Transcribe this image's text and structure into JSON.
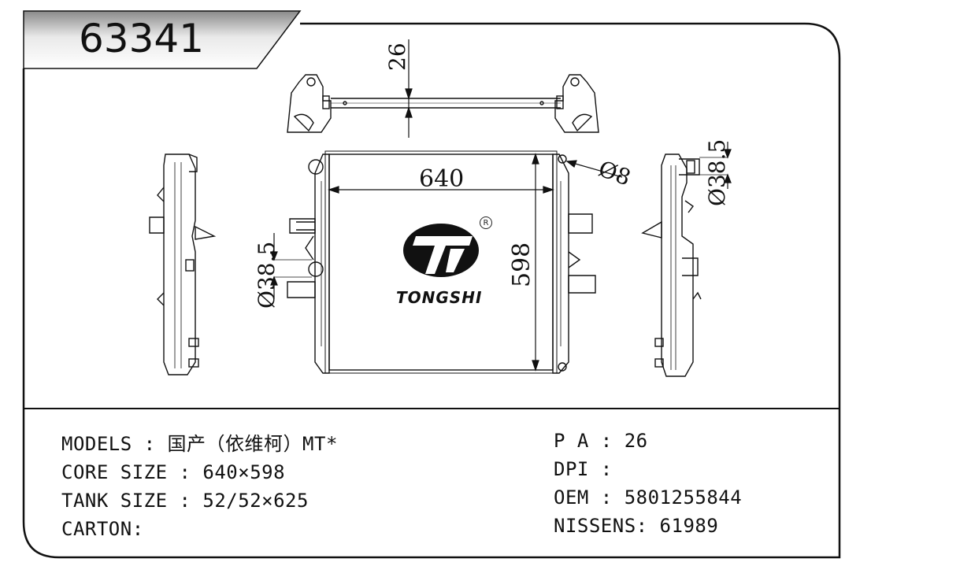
{
  "header": {
    "part_number": "63341"
  },
  "brand": {
    "name": "TONGSHI",
    "registered_mark": "R"
  },
  "dimensions": {
    "top_offset": "26",
    "core_width": "640",
    "core_height": "598",
    "bolt_diameter": "Ø8",
    "left_pipe_diameter": "Ø38.5",
    "right_pipe_diameter": "Ø38.5"
  },
  "specs": {
    "models": "MODELS : 国产（依维柯）MT*",
    "core_size": "CORE SIZE : 640×598",
    "tank_size": "TANK SIZE : 52/52×625",
    "carton": "CARTON:",
    "pa": "P A : 26",
    "dpi": "DPI :",
    "oem": "OEM : 5801255844",
    "nissens": "NISSENS: 61989"
  }
}
